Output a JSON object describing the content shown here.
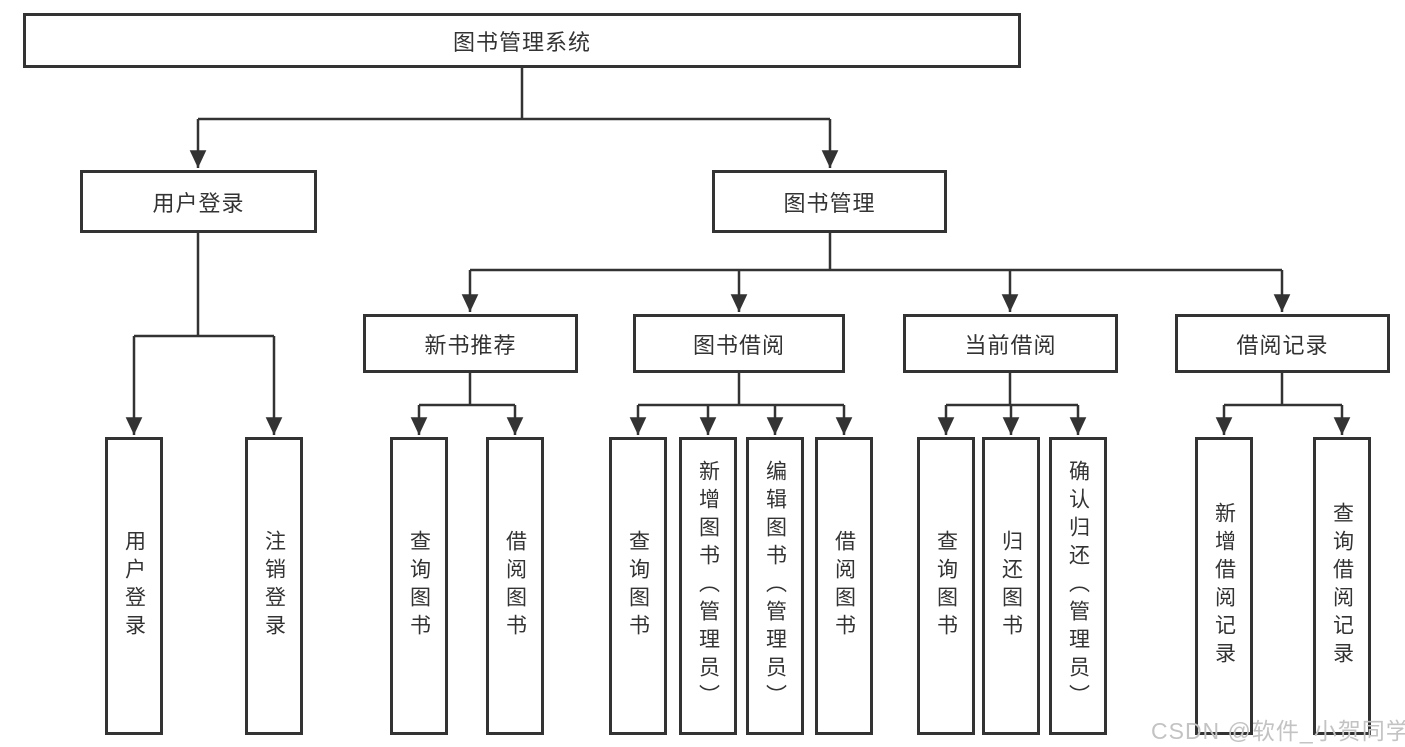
{
  "diagram": {
    "root": {
      "label": "图书管理系统"
    },
    "level2": [
      {
        "label": "用户登录"
      },
      {
        "label": "图书管理"
      }
    ],
    "level3": [
      {
        "label": "新书推荐",
        "parent": "图书管理"
      },
      {
        "label": "图书借阅",
        "parent": "图书管理"
      },
      {
        "label": "当前借阅",
        "parent": "图书管理"
      },
      {
        "label": "借阅记录",
        "parent": "图书管理"
      }
    ],
    "leaves": [
      {
        "label": "用户登录",
        "parent": "用户登录"
      },
      {
        "label": "注销登录",
        "parent": "用户登录"
      },
      {
        "label": "查询图书",
        "parent": "新书推荐"
      },
      {
        "label": "借阅图书",
        "parent": "新书推荐"
      },
      {
        "label": "查询图书",
        "parent": "图书借阅"
      },
      {
        "label": "新增图书（管理员）",
        "parent": "图书借阅"
      },
      {
        "label": "编辑图书（管理员）",
        "parent": "图书借阅"
      },
      {
        "label": "借阅图书",
        "parent": "图书借阅"
      },
      {
        "label": "查询图书",
        "parent": "当前借阅"
      },
      {
        "label": "归还图书",
        "parent": "当前借阅"
      },
      {
        "label": "确认归还（管理员）",
        "parent": "当前借阅"
      },
      {
        "label": "新增借阅记录",
        "parent": "借阅记录"
      },
      {
        "label": "查询借阅记录",
        "parent": "借阅记录"
      }
    ]
  },
  "watermark": {
    "text": "CSDN @软件_小贺同学"
  },
  "colors": {
    "line": "#333333",
    "text": "#333333",
    "background": "#ffffff",
    "watermark": "#c3c3c3"
  }
}
